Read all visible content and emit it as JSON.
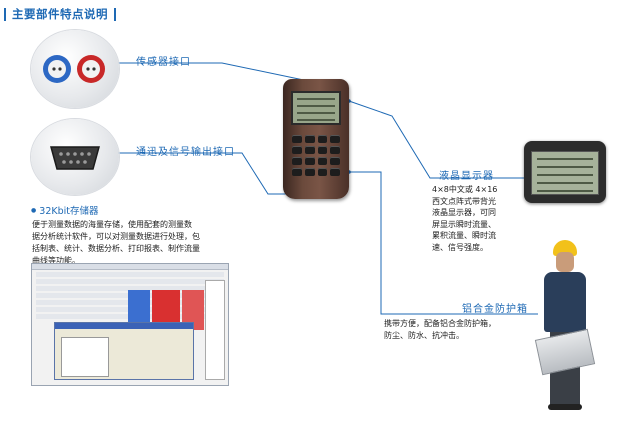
{
  "header": {
    "title": "主要部件特点说明"
  },
  "labels": {
    "sensor_interface": "传感器接口",
    "comm_interface": "通迅及信号输出接口",
    "lcd": "液晶显示器",
    "case": "铝合金防护箱"
  },
  "storage": {
    "heading": "32Kbit存储器",
    "lines": [
      "便于测量数据的海量存储，使用配套的测量数",
      "据分析统计软件，可以对测量数据进行处理，包",
      "括制表、统计、数据分析、打印报表、制作流量",
      "曲线等功能。"
    ]
  },
  "lcd_desc": {
    "lines": [
      "4×8中文或 4×16",
      "西文点阵式带背光",
      "液晶显示器，可同",
      "屏显示瞬时流量、",
      "累积流量、瞬时流",
      "速、信号强度。"
    ]
  },
  "case_desc": {
    "lines": [
      "携带方便，配备铝合金防护箱，",
      "防尘、防水、抗冲击。"
    ]
  },
  "colors": {
    "accent": "#1e69b4",
    "line": "#1e69b4"
  },
  "icons": {
    "bullet": "●"
  }
}
